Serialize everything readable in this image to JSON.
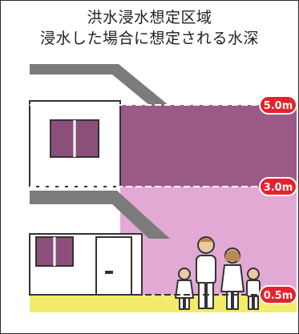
{
  "header": {
    "title_line1": "洪水浸水想定区域",
    "title_line2": "浸水した場合に想定される水深"
  },
  "depth_markers": [
    {
      "label": "5.0m"
    },
    {
      "label": "3.0m"
    },
    {
      "label": "0.5m"
    }
  ],
  "colors": {
    "deep_water": "#9b5a88",
    "mid_water": "#e3a9d5",
    "shallow_water": "#f3eb6c",
    "marker_badge": "#e4222b",
    "wall": "#ffffff",
    "roof": "#7b7b7b",
    "window": "#8c4f7b"
  }
}
